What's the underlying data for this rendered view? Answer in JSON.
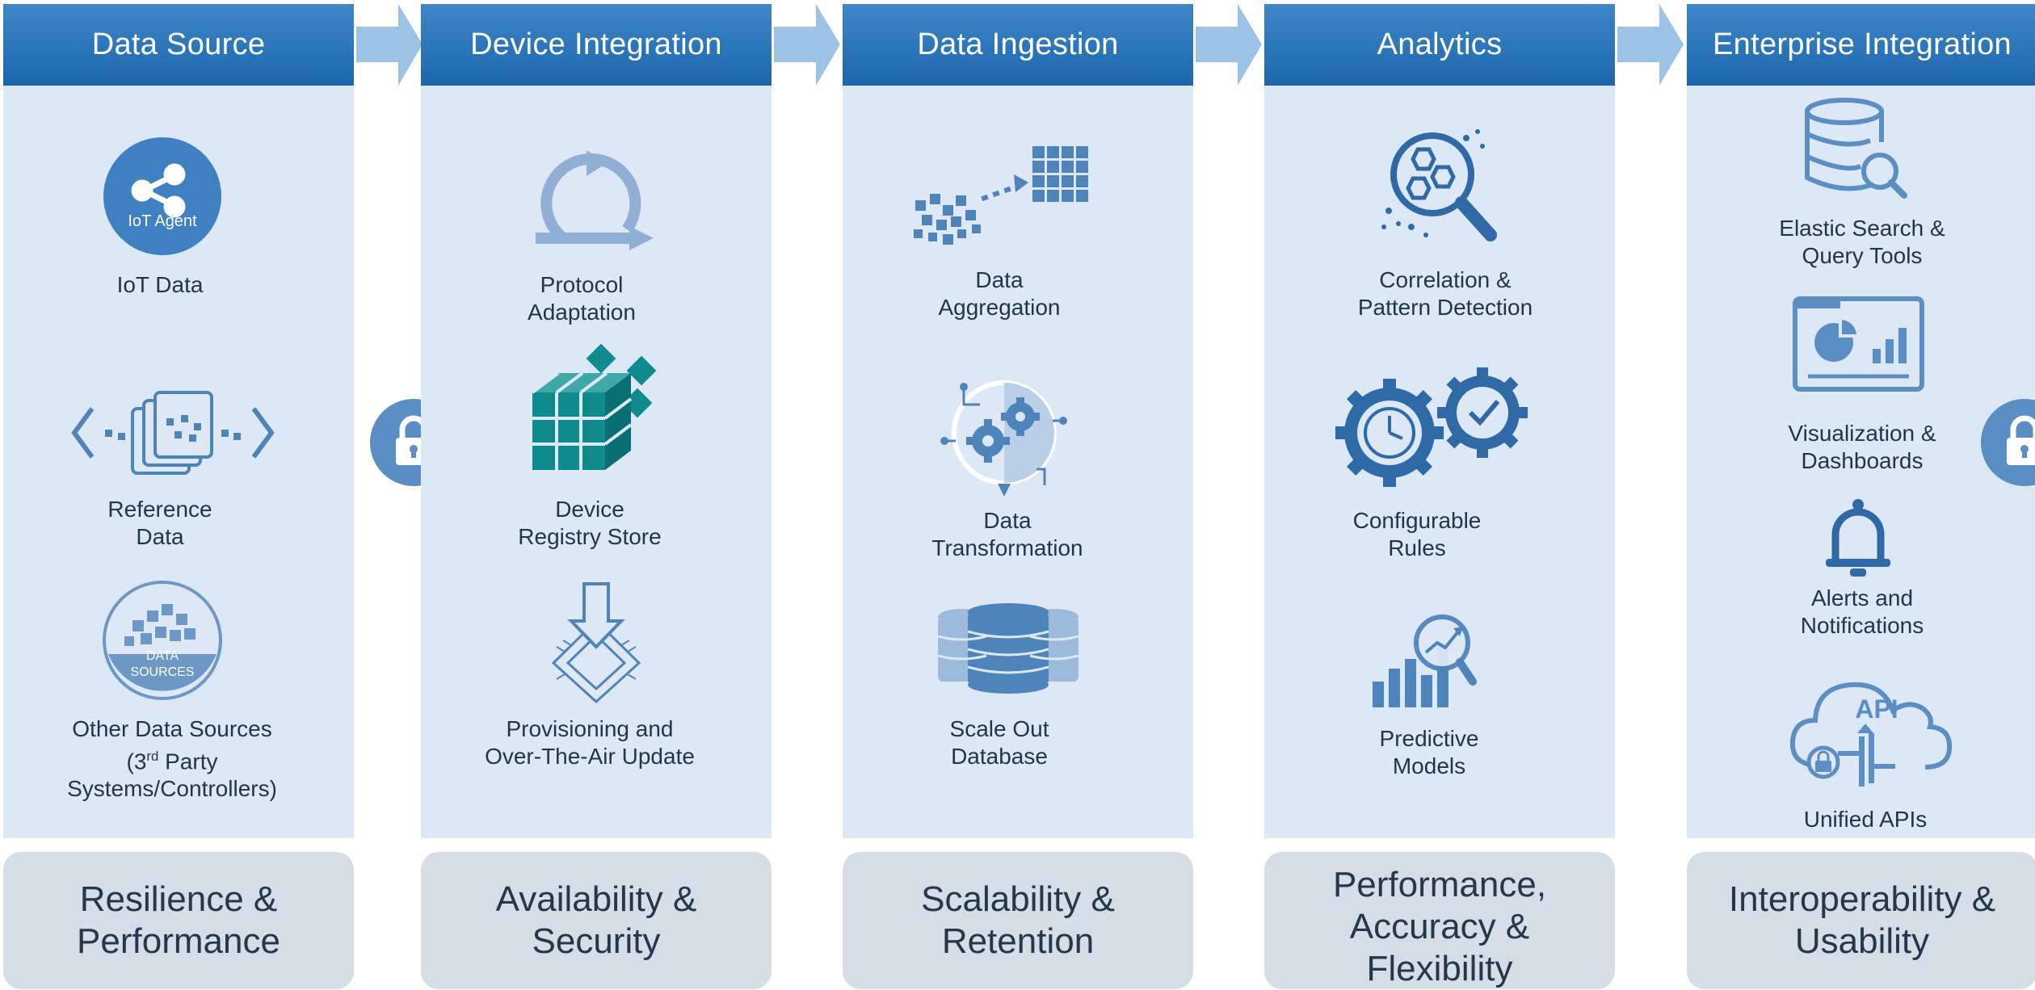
{
  "colors": {
    "header": "#1d66ad",
    "column_bg": "#dce8f5",
    "footer_bg": "#d5dde7",
    "icon": "#3f76ad",
    "teal": "#0f8a8d",
    "arrow": "#9cc3e6"
  },
  "columns": [
    {
      "title": "Data Source",
      "items": [
        {
          "icon": "share-icon",
          "badge": "IoT Agent",
          "lines": [
            "IoT Data"
          ]
        },
        {
          "icon": "reference-documents-icon",
          "lines": [
            "Reference",
            "Data"
          ]
        },
        {
          "icon": "data-sources-icon",
          "badge_lines": [
            "DATA",
            "SOURCES"
          ],
          "lines": [
            "Other Data Sources",
            "(3",
            "rd",
            " Party",
            "Systems/Controllers)"
          ]
        }
      ],
      "footer": [
        "Resilience &",
        "Performance"
      ]
    },
    {
      "title": "Device Integration",
      "items": [
        {
          "icon": "cycle-arrow-icon",
          "lines": [
            "Protocol",
            "Adaptation"
          ]
        },
        {
          "icon": "cube-grid-icon",
          "lines": [
            "Device",
            "Registry Store"
          ]
        },
        {
          "icon": "chip-download-icon",
          "lines": [
            "Provisioning and",
            "Over-The-Air Update"
          ]
        }
      ],
      "footer": [
        "Availability &",
        "Security"
      ]
    },
    {
      "title": "Data Ingestion",
      "items": [
        {
          "icon": "aggregation-icon",
          "lines": [
            "Data",
            "Aggregation"
          ]
        },
        {
          "icon": "gears-transform-icon",
          "lines": [
            "Data",
            "Transformation"
          ]
        },
        {
          "icon": "database-icon",
          "lines": [
            "Scale Out",
            "Database"
          ]
        }
      ],
      "footer": [
        "Scalability &",
        "Retention"
      ]
    },
    {
      "title": "Analytics",
      "items": [
        {
          "icon": "magnifier-pattern-icon",
          "lines": [
            "Correlation &",
            "Pattern Detection"
          ]
        },
        {
          "icon": "gear-check-icon",
          "lines": [
            "Configurable",
            "Rules"
          ]
        },
        {
          "icon": "predictive-chart-icon",
          "lines": [
            "Predictive",
            "Models"
          ]
        }
      ],
      "footer": [
        "Performance,",
        "Accuracy &",
        "Flexibility"
      ]
    },
    {
      "title": "Enterprise Integration",
      "items": [
        {
          "icon": "database-search-icon",
          "lines": [
            "Elastic Search &",
            "Query Tools"
          ]
        },
        {
          "icon": "dashboard-icon",
          "lines": [
            "Visualization &",
            "Dashboards"
          ]
        },
        {
          "icon": "bell-icon",
          "lines": [
            "Alerts and",
            "Notifications"
          ]
        },
        {
          "icon": "api-cloud-icon",
          "badge": "API",
          "lines": [
            "Unified APIs"
          ]
        }
      ],
      "footer": [
        "Interoperability &",
        "Usability"
      ]
    }
  ],
  "connectors": {
    "arrow_icon": "arrow-right-icon",
    "lock_icon": "lock-icon"
  }
}
